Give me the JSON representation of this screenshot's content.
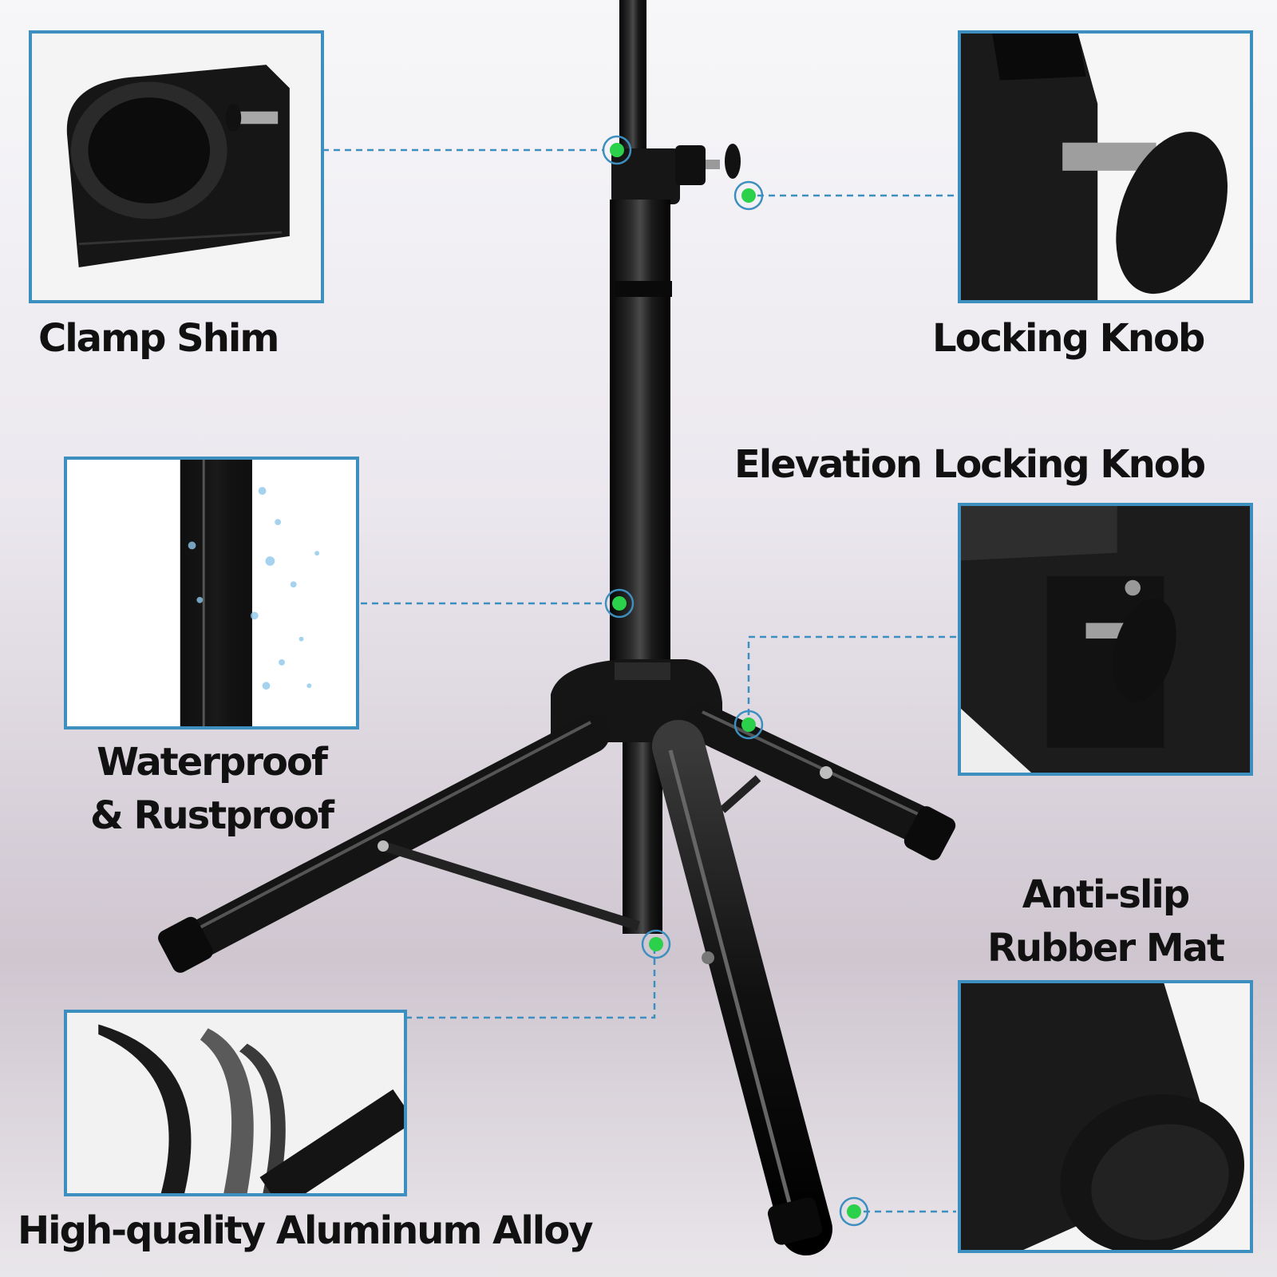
{
  "labels": {
    "clamp_shim": "Clamp Shim",
    "locking_knob": "Locking Knob",
    "elevation_locking_knob": "Elevation Locking Knob",
    "waterproof_line1": "Waterproof",
    "waterproof_line2": "& Rustproof",
    "anti_slip_line1": "Anti-slip",
    "anti_slip_line2": "Rubber Mat",
    "aluminum_alloy": "High-quality Aluminum Alloy"
  },
  "colors": {
    "panel_border": "#3d8fbf",
    "leader_line": "#3d8fbf",
    "marker_dot": "#2bd14a",
    "stand_black": "#141414",
    "label_text": "#111111"
  }
}
